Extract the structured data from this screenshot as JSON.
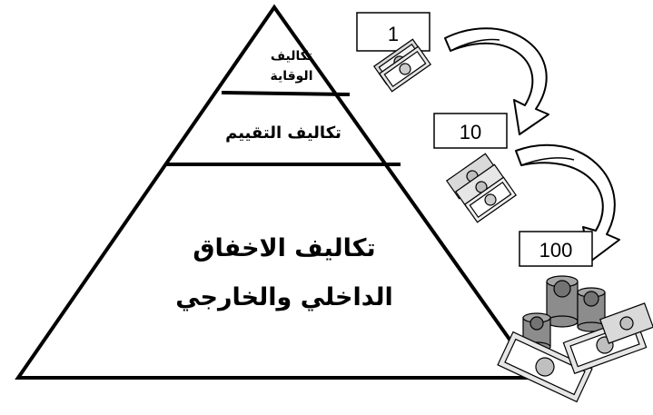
{
  "pyramid": {
    "top_level": {
      "line1": "تكاليف",
      "line2": "الوقاية"
    },
    "middle_level": {
      "label": "تكاليف التقييم"
    },
    "bottom_level": {
      "line1": "تكاليف الاخفاق",
      "line2": "الداخلي والخارجي"
    }
  },
  "cost_ratios": [
    {
      "value": "1"
    },
    {
      "value": "10"
    },
    {
      "value": "100"
    }
  ],
  "icons": [
    "money-bills-icon",
    "money-stack-icon",
    "coins-and-bills-icon",
    "curved-arrow-icon"
  ],
  "colors": {
    "line": "#000000",
    "arrow_fill": "#ffffff",
    "coin": "#8c8c8c",
    "bill": "#e6e6e6"
  }
}
